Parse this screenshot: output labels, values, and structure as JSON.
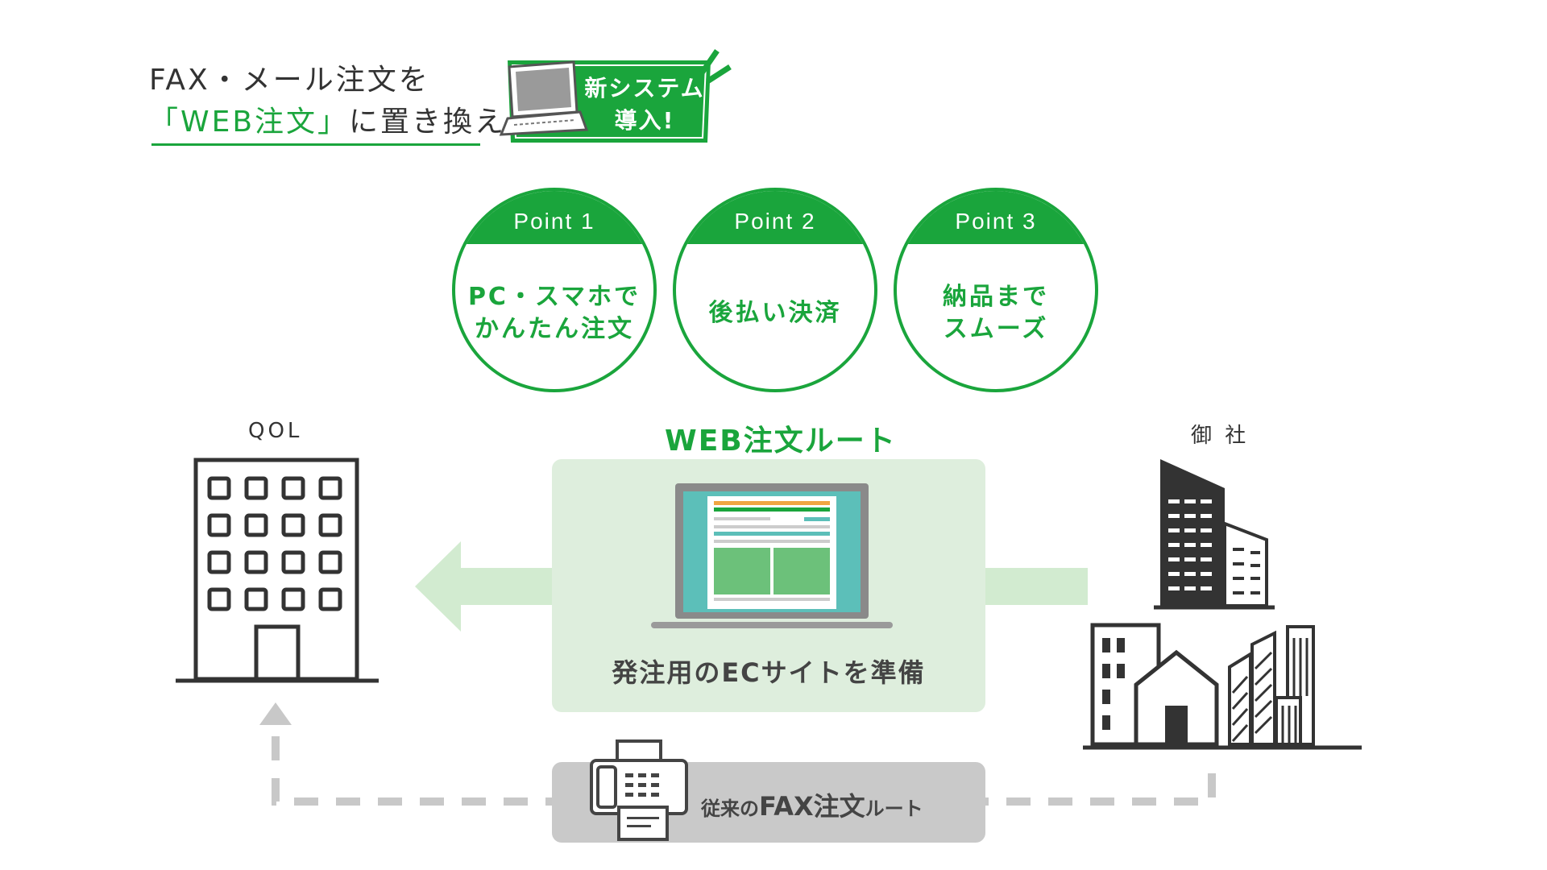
{
  "headline": {
    "line1": "FAX・メール注文を",
    "line2_highlight": "「WEB注文」",
    "line2_rest": "に置き換え"
  },
  "badge": {
    "line1": "新システム",
    "line2": "導入!",
    "icon": "laptop-icon"
  },
  "points": [
    {
      "label": "Point  1",
      "text": "PC・スマホで\nかんたん注文"
    },
    {
      "label": "Point  2",
      "text": "後払い決済"
    },
    {
      "label": "Point 3",
      "text": "納品まで\nスムーズ"
    }
  ],
  "left_party": "QOL",
  "right_party": "御 社",
  "web_route": {
    "title": "WEB注文ルート",
    "caption": "発注用のECサイトを準備"
  },
  "fax_route": {
    "caption_prefix": "従来の",
    "caption_main": "FAX注文",
    "caption_suffix": "ルート"
  },
  "colors": {
    "accent": "#1aa53c",
    "panel": "#deeedd",
    "arrow": "#d2ebd0",
    "fax_box": "#c9c9c9",
    "dashed": "#c8c8c8",
    "building": "#333333",
    "screen": "#5cbfb9"
  }
}
